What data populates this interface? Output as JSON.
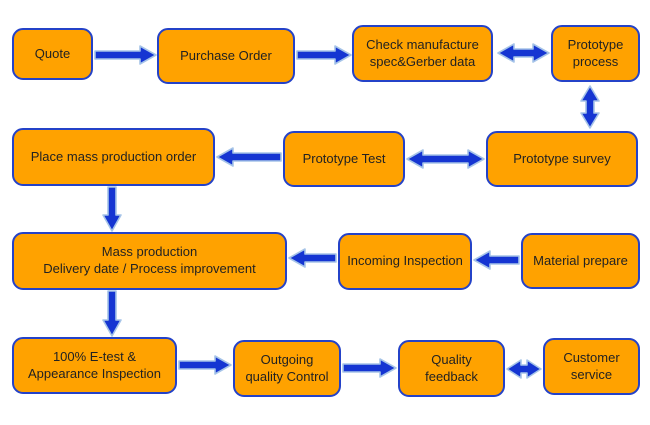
{
  "colors": {
    "box_fill": "#ffa200",
    "box_border": "#2442c8",
    "arrow_fill": "#1535d2",
    "arrow_outline": "#a6c4e8",
    "text": "#222222",
    "background": "#ffffff"
  },
  "nodes": {
    "quote": {
      "label": "Quote"
    },
    "purchase_order": {
      "label": "Purchase Order"
    },
    "check_manufacture": {
      "label": "Check manufacture\nspec&Gerber data"
    },
    "prototype_process": {
      "label": "Prototype\nprocess"
    },
    "place_mass_production_order": {
      "label": "Place mass production order"
    },
    "prototype_test": {
      "label": "Prototype Test"
    },
    "prototype_survey": {
      "label": "Prototype survey"
    },
    "mass_production": {
      "label": "Mass production\nDelivery date / Process improvement"
    },
    "incoming_inspection": {
      "label": "Incoming Inspection"
    },
    "material_prepare": {
      "label": "Material prepare"
    },
    "e_test": {
      "label": "100% E-test &\nAppearance Inspection"
    },
    "outgoing_quality_control": {
      "label": "Outgoing\nquality Control"
    },
    "quality_feedback": {
      "label": "Quality\nfeedback"
    },
    "customer_service": {
      "label": "Customer\nservice"
    }
  },
  "connections": [
    {
      "from": "Quote",
      "to": "Purchase Order",
      "type": "one-way"
    },
    {
      "from": "Purchase Order",
      "to": "Check manufacture spec&Gerber data",
      "type": "one-way"
    },
    {
      "from": "Check manufacture spec&Gerber data",
      "to": "Prototype process",
      "type": "two-way"
    },
    {
      "from": "Prototype process",
      "to": "Prototype survey",
      "type": "two-way"
    },
    {
      "from": "Prototype survey",
      "to": "Prototype Test",
      "type": "two-way"
    },
    {
      "from": "Prototype Test",
      "to": "Place mass production order",
      "type": "one-way"
    },
    {
      "from": "Place mass production order",
      "to": "Mass production Delivery date / Process improvement",
      "type": "one-way"
    },
    {
      "from": "Material prepare",
      "to": "Incoming Inspection",
      "type": "one-way"
    },
    {
      "from": "Incoming Inspection",
      "to": "Mass production Delivery date / Process improvement",
      "type": "one-way"
    },
    {
      "from": "Mass production Delivery date / Process improvement",
      "to": "100% E-test & Appearance Inspection",
      "type": "one-way"
    },
    {
      "from": "100% E-test & Appearance Inspection",
      "to": "Outgoing quality Control",
      "type": "one-way"
    },
    {
      "from": "Outgoing quality Control",
      "to": "Quality feedback",
      "type": "one-way"
    },
    {
      "from": "Quality feedback",
      "to": "Customer service",
      "type": "two-way"
    }
  ]
}
